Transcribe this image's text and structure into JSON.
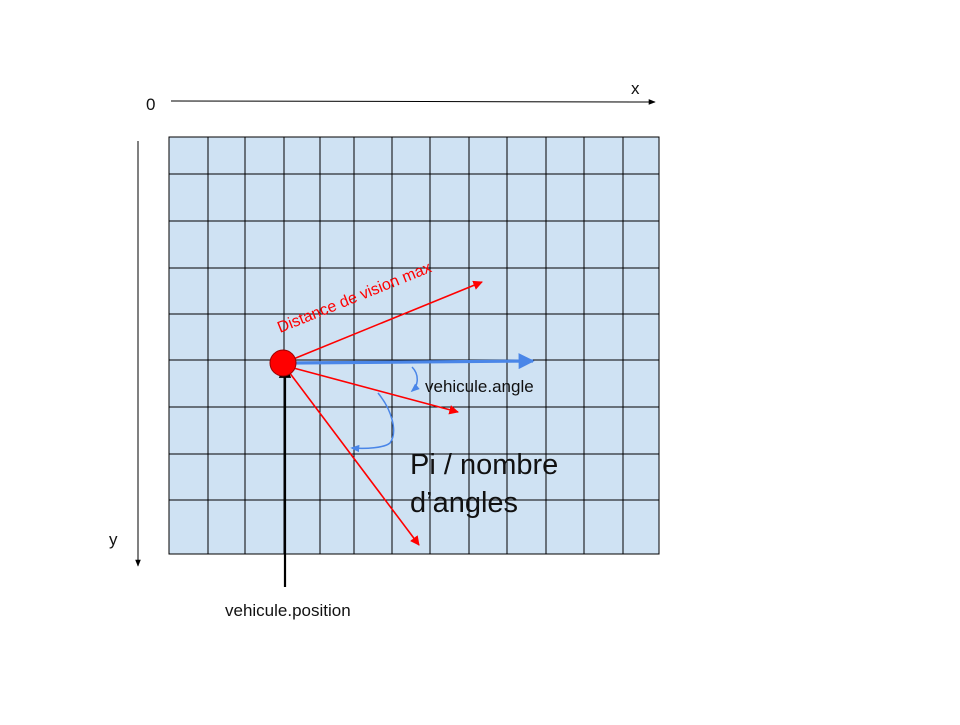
{
  "labels": {
    "origin": "0",
    "x_axis": "x",
    "y_axis": "y",
    "vision_distance": "Distance de vision max",
    "vehicle_angle": "vehicule.angle",
    "vehicle_position": "vehicule.position",
    "angle_step_line1": "Pi / nombre",
    "angle_step_line2": "d’angles"
  },
  "grid": {
    "columns": 13,
    "rows": 9
  },
  "colors": {
    "grid_fill": "#cfe2f3",
    "grid_line": "#000000",
    "ray": "#ff0000",
    "heading": "#4a86e8",
    "vehicle": "#ff0000",
    "axis": "#000000"
  }
}
